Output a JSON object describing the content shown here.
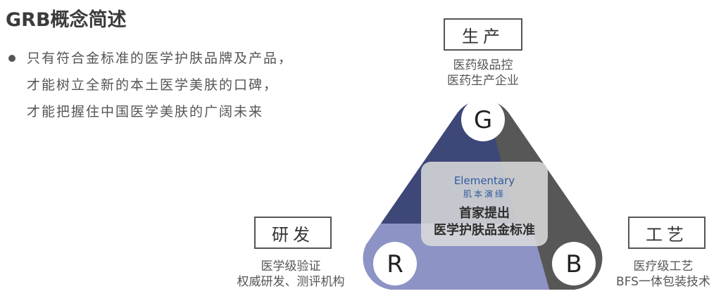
{
  "title": "GRB概念简述",
  "bullet_lines": [
    "只有符合金标准的医学护肤品牌及产品，",
    "才能树立全新的本土医学美肤的口碑，",
    "才能把握住中国医学美肤的广阔未来"
  ],
  "nodes": {
    "production": {
      "label": "生产",
      "lines": [
        "医药级品控",
        "医药生产企业"
      ]
    },
    "research": {
      "label": "研发",
      "lines": [
        "医学级验证",
        "权威研发、测评机构"
      ]
    },
    "craft": {
      "label": "工艺",
      "lines": [
        "医疗级工艺",
        "BFS一体包装技术"
      ]
    }
  },
  "letters": {
    "g": "G",
    "r": "R",
    "b": "B"
  },
  "center": {
    "brand_en": "Elementary",
    "brand_cn": "肌本演绎",
    "line1": "首家提出",
    "line2": "医学护肤品金标准"
  },
  "colors": {
    "navy": "#3d4778",
    "dark_gray": "#575757",
    "lavender": "#8d93c4",
    "brand_blue": "#2f5d9a"
  }
}
